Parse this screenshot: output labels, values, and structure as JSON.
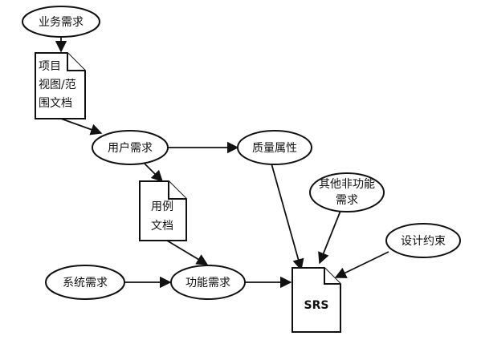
{
  "nodes": {
    "business": {
      "label": "业务需求"
    },
    "vision_doc": {
      "line1": "项目",
      "line2": "视图/范",
      "line3": "围文档"
    },
    "user_req": {
      "label": "用户需求"
    },
    "quality": {
      "label": "质量属性"
    },
    "nonfunctional": {
      "line1": "其他非功能",
      "line2": "需求"
    },
    "usecase_doc": {
      "line1": "用例",
      "line2": "文档"
    },
    "design": {
      "label": "设计约束"
    },
    "system_req": {
      "label": "系统需求"
    },
    "functional": {
      "label": "功能需求"
    },
    "srs": {
      "label": "SRS"
    }
  }
}
